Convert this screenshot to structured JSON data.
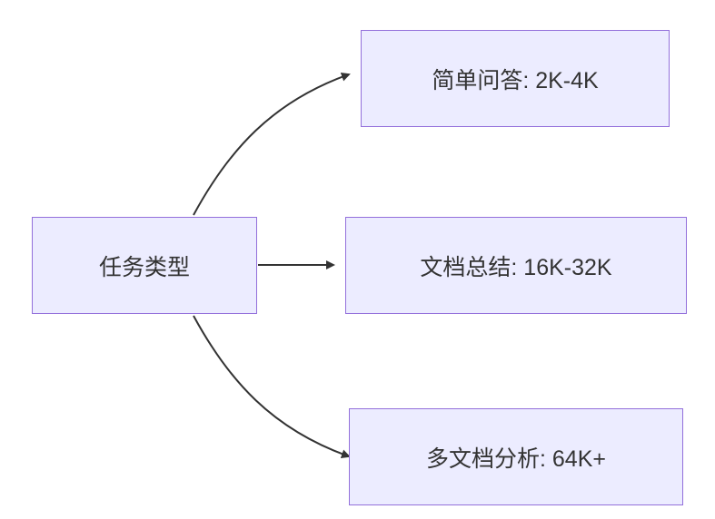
{
  "diagram": {
    "type": "flowchart",
    "direction": "left-to-right",
    "root": {
      "id": "task-type",
      "label": "任务类型"
    },
    "nodes": [
      {
        "id": "simple-qa",
        "label": "简单问答: 2K-4K"
      },
      {
        "id": "doc-summary",
        "label": "文档总结: 16K-32K"
      },
      {
        "id": "multi-doc-analysis",
        "label": "多文档分析: 64K+"
      }
    ],
    "edges": [
      {
        "from": "task-type",
        "to": "simple-qa"
      },
      {
        "from": "task-type",
        "to": "doc-summary"
      },
      {
        "from": "task-type",
        "to": "multi-doc-analysis"
      }
    ],
    "colors": {
      "node_fill": "#ECECFF",
      "node_border": "#9370DB",
      "arrow": "#333333",
      "text": "#333333",
      "background": "#FFFFFF"
    }
  }
}
